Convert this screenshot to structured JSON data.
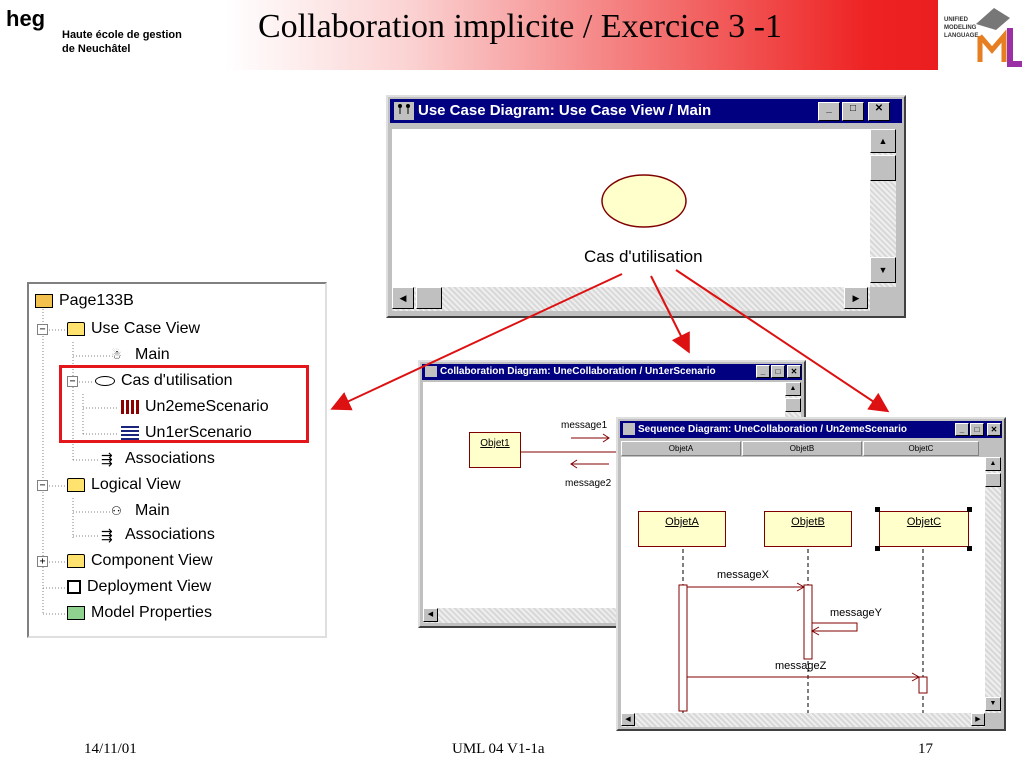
{
  "header": {
    "heg": "heg",
    "school_line1": "Haute école de gestion",
    "school_line2": "de Neuchâtel",
    "title": "Collaboration implicite / Exercice 3 -1",
    "uml_logo": [
      "UNIFIED",
      "MODELING",
      "LANGUAGE"
    ]
  },
  "usecase_window": {
    "title": "Use Case Diagram: Use Case View / Main",
    "usecase_label": "Cas d'utilisation"
  },
  "tree": {
    "root": "Page133B",
    "items": [
      {
        "label": "Use Case View",
        "icon": "folder-icon"
      },
      {
        "label": "Main",
        "icon": "usecase-diagram-icon"
      },
      {
        "label": "Cas d'utilisation",
        "icon": "usecase-icon"
      },
      {
        "label": "Un2emeScenario",
        "icon": "collaboration-diagram-icon"
      },
      {
        "label": "Un1erScenario",
        "icon": "sequence-diagram-icon"
      },
      {
        "label": "Associations",
        "icon": "associations-icon"
      },
      {
        "label": "Logical View",
        "icon": "folder-icon"
      },
      {
        "label": "Main",
        "icon": "class-diagram-icon"
      },
      {
        "label": "Associations",
        "icon": "associations-icon"
      },
      {
        "label": "Component View",
        "icon": "folder-icon"
      },
      {
        "label": "Deployment View",
        "icon": "cube-icon"
      },
      {
        "label": "Model Properties",
        "icon": "properties-icon"
      }
    ]
  },
  "collab_window": {
    "title": "Collaboration Diagram: UneCollaboration / Un1erScenario",
    "object": "Objet1",
    "message1": "message1",
    "message2": "message2"
  },
  "sequence_window": {
    "title": "Sequence Diagram: UneCollaboration / Un2emeScenario",
    "headers": [
      "ObjetA",
      "ObjetB",
      "ObjetC"
    ],
    "objects": [
      "ObjetA",
      "ObjetB",
      "ObjetC"
    ],
    "messages": [
      "messageX",
      "messageY",
      "messageZ"
    ]
  },
  "footer": {
    "date": "14/11/01",
    "course": "UML 04 V1-1a",
    "page": "17"
  },
  "colors": {
    "highlight": "#e3161b",
    "arrow": "#dd1111",
    "titlebar": "#000080",
    "uml_element": "#800000",
    "element_fill": "#ffffcc"
  }
}
